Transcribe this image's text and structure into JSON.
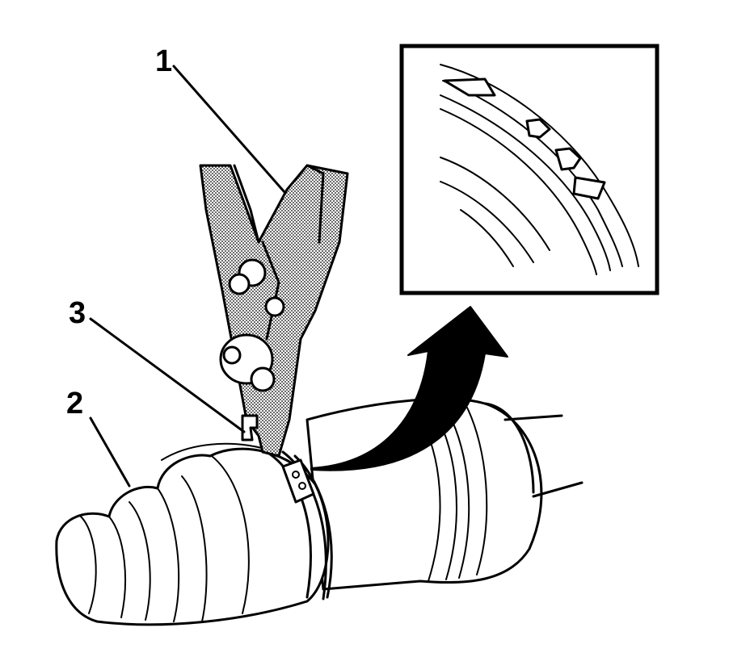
{
  "callouts": [
    {
      "number": "1"
    },
    {
      "number": "2"
    },
    {
      "number": "3"
    }
  ],
  "inset": {
    "frame_color": "#000000"
  },
  "colors": {
    "line": "#000000",
    "background": "#ffffff",
    "tool_fill": "#c8c8c8"
  },
  "icons": {
    "arrow": "curved-arrow"
  }
}
